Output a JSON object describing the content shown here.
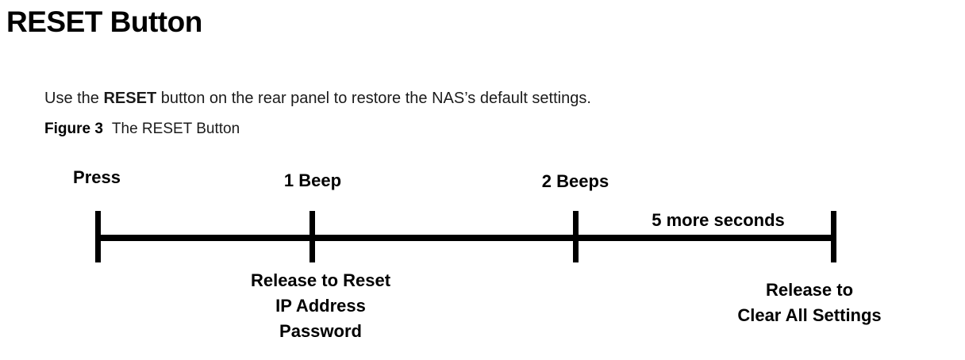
{
  "document": {
    "title": "RESET Button",
    "intro": {
      "before": "Use the ",
      "strong": "RESET",
      "after": " button on the rear panel to restore the NAS’s default settings."
    },
    "figure": {
      "label": "Figure 3",
      "caption": "The RESET Button"
    }
  },
  "timeline": {
    "markers": [
      {
        "name": "press",
        "label": "Press"
      },
      {
        "name": "beep1",
        "label": "1 Beep"
      },
      {
        "name": "beep2",
        "label": "2 Beeps"
      },
      {
        "name": "span",
        "label": "5 more seconds"
      }
    ],
    "outcomes": {
      "reset": {
        "line1": "Release to Reset",
        "line2": "IP Address",
        "line3": "Password"
      },
      "clear": {
        "line1": "Release to",
        "line2": "Clear All Settings"
      }
    },
    "colors": {
      "line": "#000000",
      "text": "#000000",
      "background": "#ffffff"
    }
  }
}
